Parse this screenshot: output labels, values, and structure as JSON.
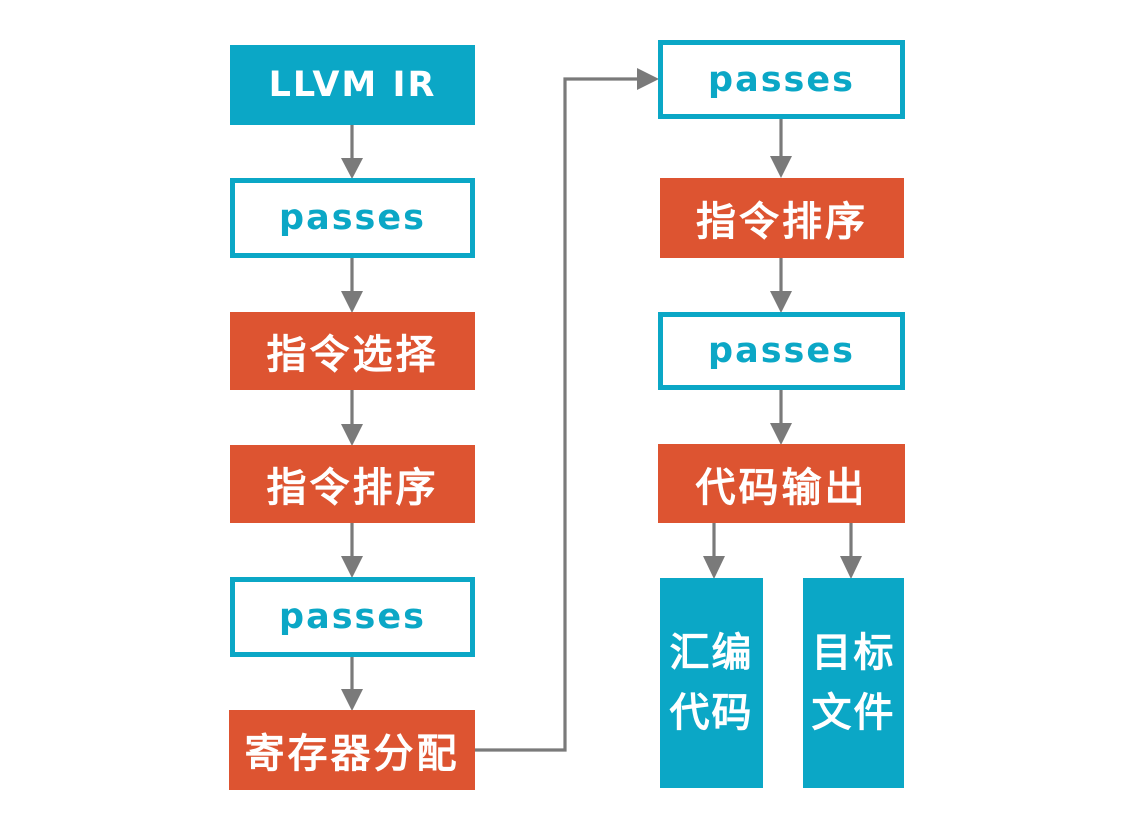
{
  "colors": {
    "teal": "#0ba7c6",
    "orange": "#dd5431",
    "arrow": "#7a7a7a",
    "background": "#ffffff"
  },
  "nodes": {
    "llvm_ir": {
      "label": "LLVM IR",
      "style": "teal-filled"
    },
    "passes_1": {
      "label": "passes",
      "style": "outlined"
    },
    "instruction_selection": {
      "label": "指令选择",
      "style": "orange-filled"
    },
    "instruction_scheduling_left": {
      "label": "指令排序",
      "style": "orange-filled"
    },
    "passes_2": {
      "label": "passes",
      "style": "outlined"
    },
    "register_allocation": {
      "label": "寄存器分配",
      "style": "orange-filled"
    },
    "passes_3": {
      "label": "passes",
      "style": "outlined"
    },
    "instruction_scheduling_right": {
      "label": "指令排序",
      "style": "orange-filled"
    },
    "passes_4": {
      "label": "passes",
      "style": "outlined"
    },
    "code_emission": {
      "label": "代码输出",
      "style": "orange-filled"
    },
    "assembly_code": {
      "label": "汇编代码",
      "style": "teal-filled"
    },
    "object_file": {
      "label": "目标文件",
      "style": "teal-filled"
    }
  },
  "edges": [
    {
      "from": "llvm_ir",
      "to": "passes_1"
    },
    {
      "from": "passes_1",
      "to": "instruction_selection"
    },
    {
      "from": "instruction_selection",
      "to": "instruction_scheduling_left"
    },
    {
      "from": "instruction_scheduling_left",
      "to": "passes_2"
    },
    {
      "from": "passes_2",
      "to": "register_allocation"
    },
    {
      "from": "register_allocation",
      "to": "passes_3"
    },
    {
      "from": "passes_3",
      "to": "instruction_scheduling_right"
    },
    {
      "from": "instruction_scheduling_right",
      "to": "passes_4"
    },
    {
      "from": "passes_4",
      "to": "code_emission"
    },
    {
      "from": "code_emission",
      "to": "assembly_code"
    },
    {
      "from": "code_emission",
      "to": "object_file"
    }
  ]
}
